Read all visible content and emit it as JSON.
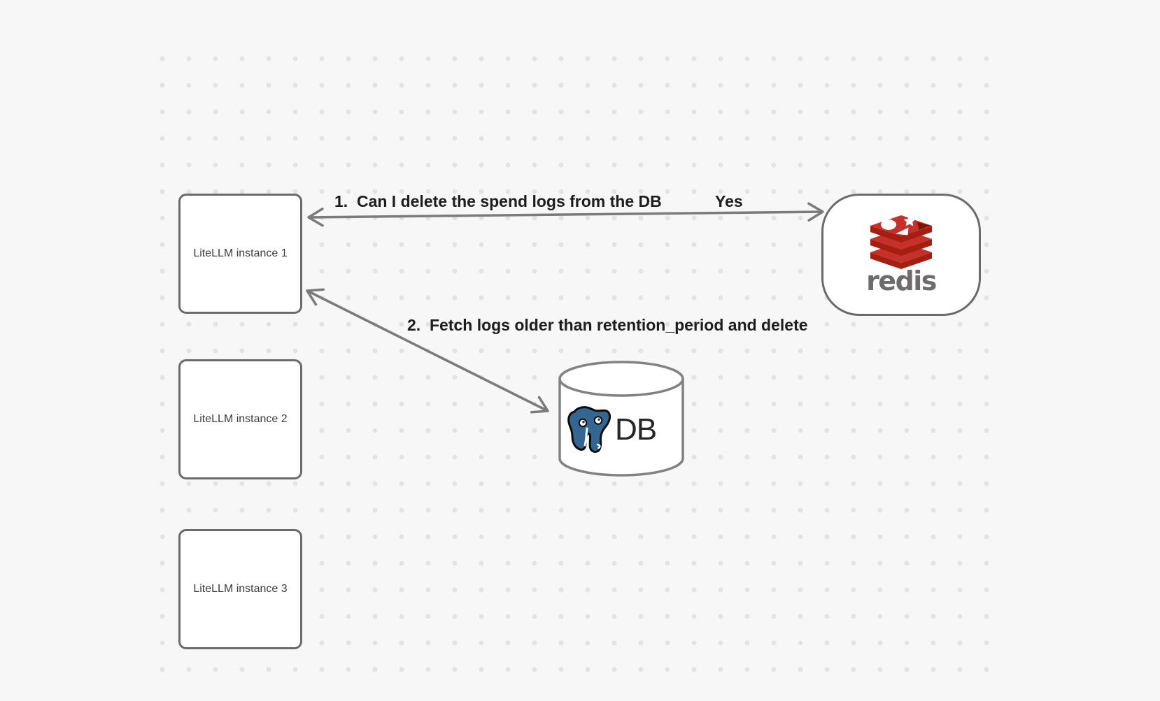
{
  "diagram": {
    "instances": [
      {
        "label": "LiteLLM instance 1"
      },
      {
        "label": "LiteLLM instance 2"
      },
      {
        "label": "LiteLLM instance 3"
      }
    ],
    "redis": {
      "wordmark": "redis"
    },
    "db": {
      "label": "DB"
    },
    "edges": {
      "redis_question": {
        "label": "1.  Can I delete the spend logs from the DB",
        "answer": "Yes"
      },
      "db_fetch": {
        "label": "2.  Fetch logs older than retention_period and delete"
      }
    }
  },
  "colors": {
    "background": "#f7f7f7",
    "dot": "#e3e3e3",
    "shape_border": "#6b6b6b",
    "arrow": "#7b7b7b",
    "label_text": "#1d1d1d",
    "node_text": "#3d3d3d",
    "redis_red": "#c6302b",
    "redis_red_dark": "#a41e11",
    "redis_wordmark": "#6d6b6b",
    "postgres_blue": "#336791",
    "db_text": "#262626"
  }
}
